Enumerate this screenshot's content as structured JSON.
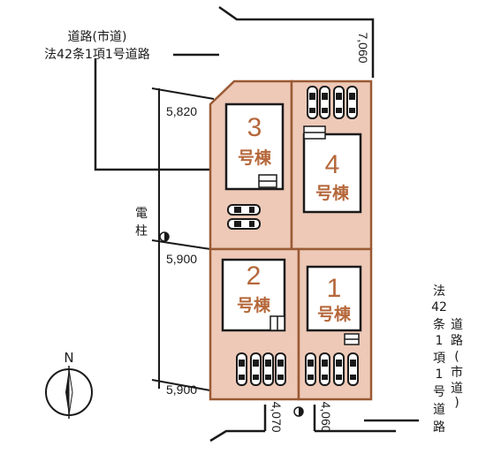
{
  "colors": {
    "lot_fill": "#eec9b7",
    "lot_border": "#9a5a34",
    "building_text": "#b5673a",
    "line": "#1a1a1a"
  },
  "road_top": {
    "line1": "道路(市道)",
    "line2": "法42条1項1号道路"
  },
  "road_right": {
    "col1": "法42条1項1号道路",
    "col2": "道路(市道)"
  },
  "pole_label": "電柱",
  "north_label": "N",
  "dimensions": {
    "top_right": "7,060",
    "left_top": "5,820",
    "left_mid": "5,900",
    "left_bottom": "5,900",
    "bottom_left": "4,070",
    "bottom_right": "4,060"
  },
  "buildings": [
    {
      "id": "3",
      "number": "3",
      "label": "号棟"
    },
    {
      "id": "4",
      "number": "4",
      "label": "号棟"
    },
    {
      "id": "2",
      "number": "2",
      "label": "号棟"
    },
    {
      "id": "1",
      "number": "1",
      "label": "号棟"
    }
  ]
}
